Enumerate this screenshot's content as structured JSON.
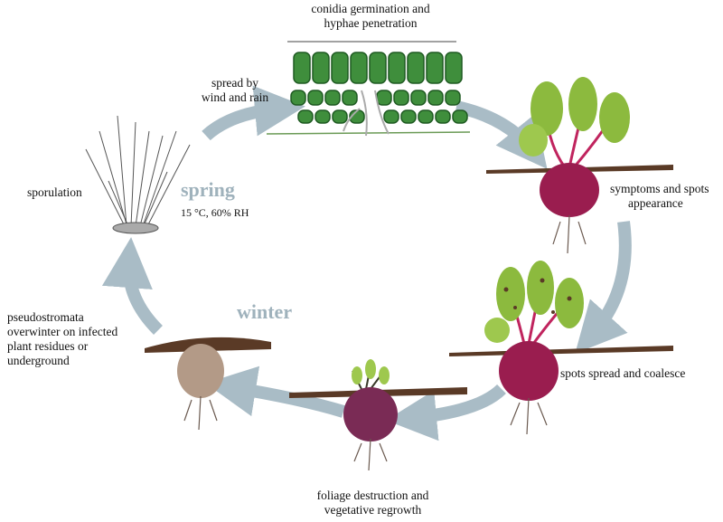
{
  "stages": {
    "germination": {
      "line1": "conidia germination and",
      "line2": "hyphae penetration"
    },
    "spread": {
      "line1": "spread by",
      "line2": "wind and rain"
    },
    "sporulation": "sporulation",
    "symptoms": {
      "line1": "symptoms and spots",
      "line2": "appearance"
    },
    "coalesce": "spots spread and coalesce",
    "foliage": {
      "line1": "foliage destruction and",
      "line2": "vegetative regrowth"
    },
    "overwinter": {
      "line1": "pseudostromata",
      "line2": "overwinter on infected",
      "line3": "plant residues or",
      "line4": "underground"
    }
  },
  "seasons": {
    "spring": "spring",
    "winter": "winter",
    "spring_conditions": "15 °C, 60% RH"
  },
  "colors": {
    "arrow": "#a9bcc6",
    "beet": "#9a1d4f",
    "leaf": "#8cba3e",
    "cell": "#3f8e3c",
    "soil": "#5a3a26",
    "winter_root": "#b39a87"
  }
}
